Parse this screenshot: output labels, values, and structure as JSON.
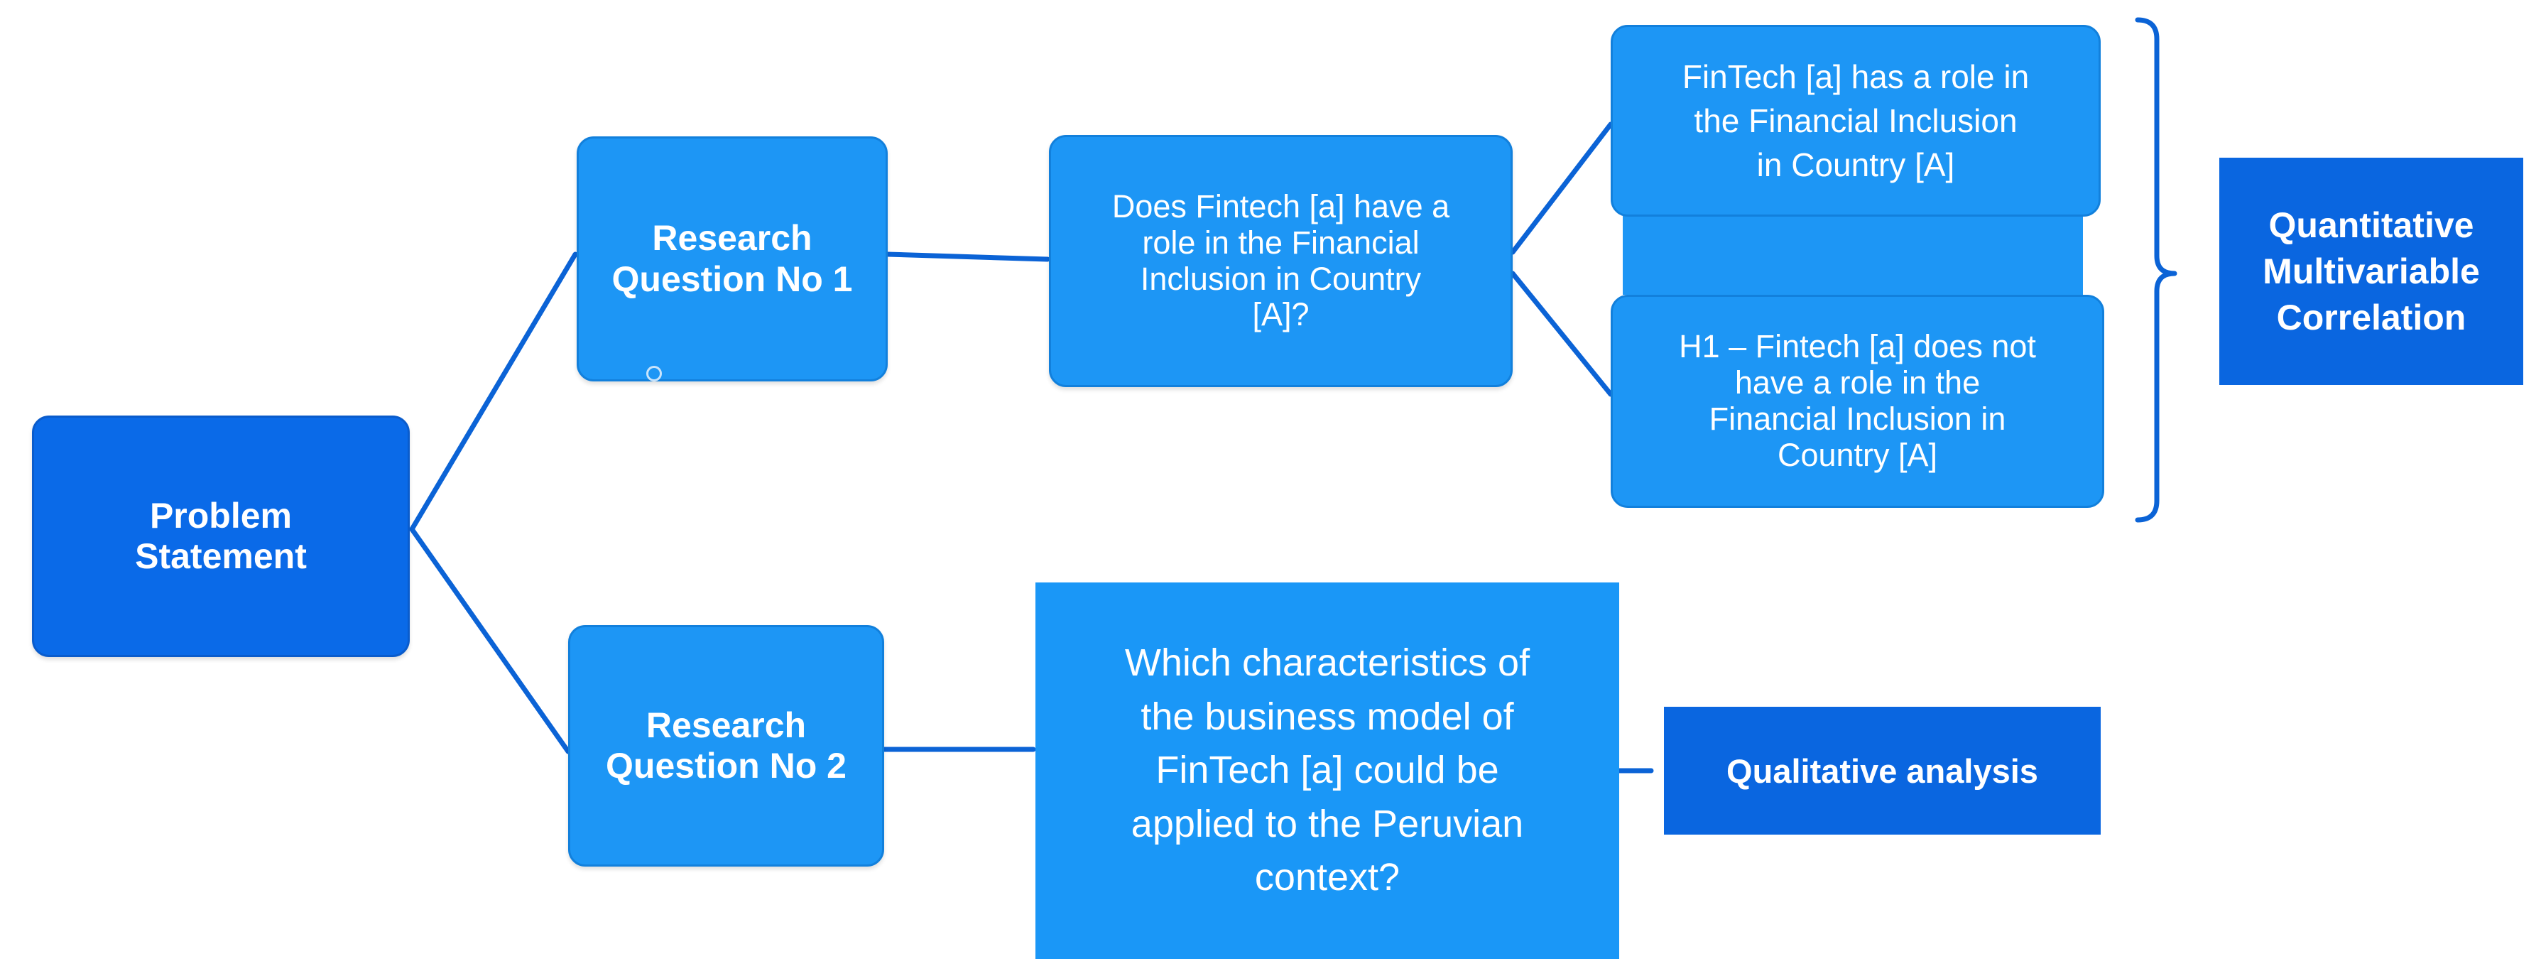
{
  "diagram": {
    "problem_statement": "Problem\nStatement",
    "rq1": "Research\nQuestion No 1",
    "rq2": "Research\nQuestion No 2",
    "q1": "Does Fintech [a] have a\nrole in the Financial\nInclusion  in Country\n[A]?",
    "hypothesis_0": "FinTech [a] has a role in\nthe Financial Inclusion\nin Country [A]",
    "hypothesis_1": "H1 – Fintech [a]  does not\nhave a role in the\nFinancial Inclusion  in\nCountry [A]",
    "method_quant": "Quantitative\nMultivariable\nCorrelation",
    "q2": "Which characteristics of\nthe business model of\nFinTech [a] could be\napplied to the Peruvian\ncontext?",
    "method_qual": "Qualitative analysis"
  },
  "colors": {
    "connector": "#0b63d6",
    "box_light": "#1d96f5",
    "box_dark": "#0a66e0"
  }
}
